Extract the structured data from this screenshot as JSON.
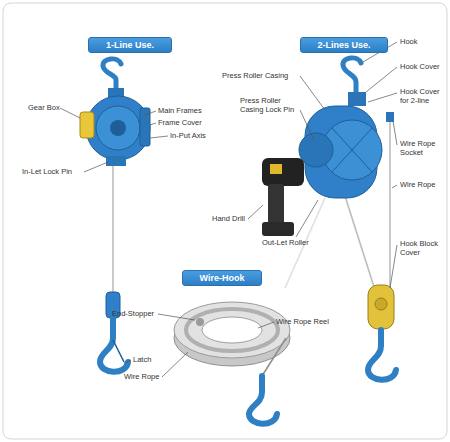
{
  "diagram": {
    "nodes": [
      {
        "text": [
          "1-Line Use."
        ]
      },
      {
        "text": [
          "2-Lines Use."
        ]
      },
      {
        "text": [
          "Wire-Hook"
        ]
      }
    ],
    "labels": [
      "Gear Box",
      "Main Frames",
      "Frame Cover",
      "In-Put Axis",
      "In-Let Lock Pin",
      "Latch",
      "Hook",
      "Press Roller Casing",
      "Hook Cover",
      "Press Roller Casing Lock Pin",
      "Hook Cover for 2-line",
      "Wire Rope Socket",
      "Hand Drill",
      "Wire Rope",
      "Hook Block Cover",
      "Out-Let Roller",
      "End-Stopper",
      "Wire Rope Reel",
      "Wire Rope"
    ]
  }
}
